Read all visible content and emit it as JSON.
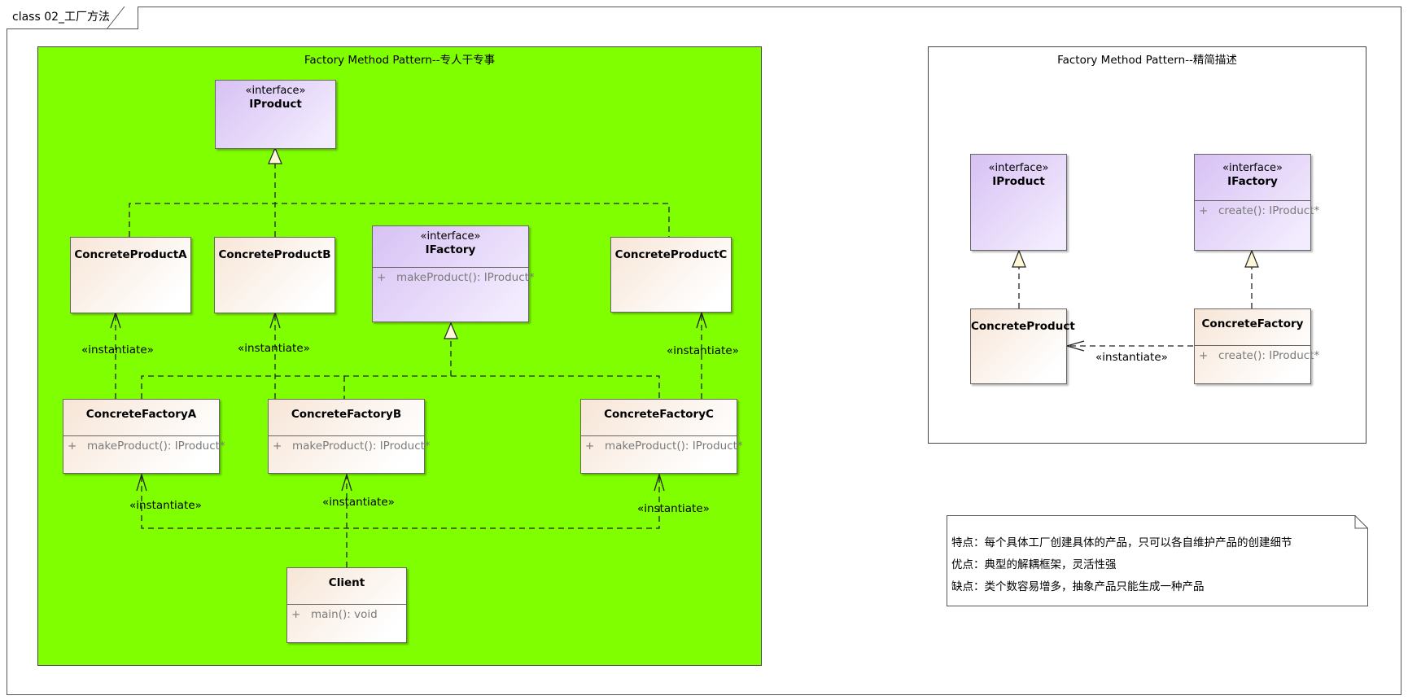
{
  "frame": {
    "title": "class 02_工厂方法"
  },
  "packages": {
    "left": {
      "title": "Factory Method Pattern--专人干专事",
      "fill": "#80ff00"
    },
    "right": {
      "title": "Factory Method Pattern--精简描述",
      "fill": "#ffffff"
    }
  },
  "classes": {
    "iproduct": {
      "stereotype": "«interface»",
      "name": "IProduct"
    },
    "ifactory": {
      "stereotype": "«interface»",
      "name": "IFactory",
      "op_vis": "+",
      "op": "makeProduct(): IProduct*"
    },
    "product_a": {
      "name": "ConcreteProductA"
    },
    "product_b": {
      "name": "ConcreteProductB"
    },
    "product_c": {
      "name": "ConcreteProductC"
    },
    "factory_a": {
      "name": "ConcreteFactoryA",
      "op_vis": "+",
      "op": "makeProduct(): IProduct*"
    },
    "factory_b": {
      "name": "ConcreteFactoryB",
      "op_vis": "+",
      "op": "makeProduct(): IProduct*"
    },
    "factory_c": {
      "name": "ConcreteFactoryC",
      "op_vis": "+",
      "op": "makeProduct(): IProduct*"
    },
    "client": {
      "name": "Client",
      "op_vis": "+",
      "op": "main(): void"
    },
    "r_iproduct": {
      "stereotype": "«interface»",
      "name": "IProduct"
    },
    "r_ifactory": {
      "stereotype": "«interface»",
      "name": "IFactory",
      "op_vis": "+",
      "op": "create(): IProduct*"
    },
    "r_product": {
      "name": "ConcreteProduct"
    },
    "r_factory": {
      "name": "ConcreteFactory",
      "op_vis": "+",
      "op": "create(): IProduct*"
    }
  },
  "relations": {
    "instantiate_label": "«instantiate»"
  },
  "note": {
    "lines": [
      "特点：每个具体工厂创建具体的产品，只可以各自维护产品的创建细节",
      "优点：典型的解耦框架，灵活性强",
      "缺点：类个数容易增多，抽象产品只能生成一种产品"
    ]
  },
  "colors": {
    "concrete_gradient_start": "#f7e5d6",
    "interface_gradient_start": "#d7c1f4",
    "package_green": "#80ff00",
    "arrow_fill": "#fff8d8"
  }
}
